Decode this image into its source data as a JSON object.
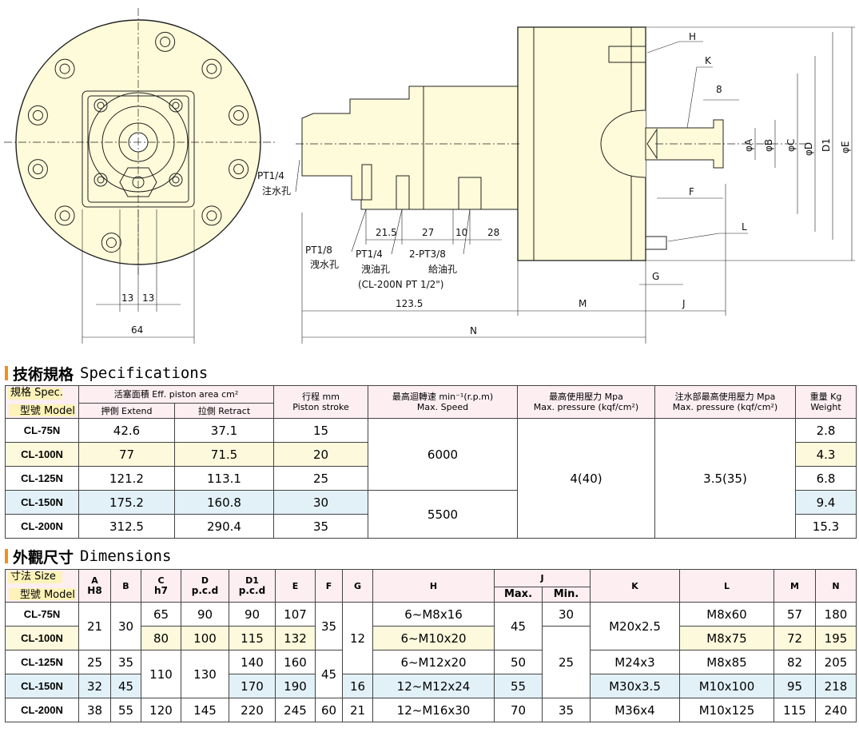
{
  "drawing": {
    "labels": {
      "pt14_left": "PT1/4",
      "water_inlet": "注水孔",
      "pt18": "PT1/8",
      "water_drain": "洩水孔",
      "pt14_mid": "PT1/4",
      "oil_drain": "洩油孔",
      "cl200": "(CL-200N PT 1/2\")",
      "pt38": "2-PT3/8",
      "oil_supply": "給油孔",
      "h": "H",
      "k": "K",
      "eight": "8",
      "phiA": "φA",
      "phiB": "φB",
      "phiC": "φC",
      "phiD": "φD",
      "d1": "D1",
      "phiE": "φE",
      "f": "F",
      "l": "L",
      "g": "G",
      "j": "J",
      "m": "M",
      "n": "N",
      "d215": "21.5",
      "d27": "27",
      "d10": "10",
      "d28": "28",
      "d1235": "123.5",
      "d13a": "13",
      "d13b": "13",
      "d64": "64"
    }
  },
  "spec": {
    "heading_zh": "技術規格",
    "heading_en": "Specifications",
    "corner_top": "規格 Spec.",
    "corner_bottom": "型號 Model",
    "area_header": "活塞面積 Eff. piston area cm²",
    "extend": "押側 Extend",
    "retract": "拉側 Retract",
    "stroke_zh": "行程 mm",
    "stroke_en": "Piston stroke",
    "speed_zh": "最高迴轉速 min⁻¹(r.p.m)",
    "speed_en": "Max. Speed",
    "pressure_zh": "最高使用壓力 Mpa",
    "pressure_en": "Max. pressure (kqf/cm²)",
    "water_zh": "注水部最高使用壓力 Mpa",
    "water_en": "Max. pressure (kqf/cm²)",
    "weight_zh": "重量 Kg",
    "weight_en": "Weight",
    "speed_a": "6000",
    "speed_b": "5500",
    "pressure": "4(40)",
    "water_pressure": "3.5(35)",
    "rows": [
      {
        "model": "CL-75N",
        "extend": "42.6",
        "retract": "37.1",
        "stroke": "15",
        "weight": "2.8"
      },
      {
        "model": "CL-100N",
        "extend": "77",
        "retract": "71.5",
        "stroke": "20",
        "weight": "4.3"
      },
      {
        "model": "CL-125N",
        "extend": "121.2",
        "retract": "113.1",
        "stroke": "25",
        "weight": "6.8"
      },
      {
        "model": "CL-150N",
        "extend": "175.2",
        "retract": "160.8",
        "stroke": "30",
        "weight": "9.4"
      },
      {
        "model": "CL-200N",
        "extend": "312.5",
        "retract": "290.4",
        "stroke": "35",
        "weight": "15.3"
      }
    ]
  },
  "dims": {
    "heading_zh": "外觀尺寸",
    "heading_en": "Dimensions",
    "corner_top": "寸法 Size",
    "corner_bottom": "型號 Model",
    "h": {
      "A": "A",
      "A_sub": "H8",
      "B": "B",
      "C": "C",
      "C_sub": "h7",
      "D": "D",
      "D_sub": "p.c.d",
      "D1": "D1",
      "D1_sub": "p.c.d",
      "E": "E",
      "F": "F",
      "G": "G",
      "H": "H",
      "J": "J",
      "J_max": "Max.",
      "J_min": "Min.",
      "K": "K",
      "L": "L",
      "M": "M",
      "N": "N"
    },
    "models": [
      "CL-75N",
      "CL-100N",
      "CL-125N",
      "CL-150N",
      "CL-200N"
    ],
    "A_75_100": "21",
    "B_75_100": "30",
    "C_75": "65",
    "C_100": "80",
    "C_125_150": "110",
    "C_200": "120",
    "D_75": "90",
    "D_100": "100",
    "D_125_150": "130",
    "D_200": "145",
    "D1_75": "90",
    "D1_100": "115",
    "D1_125": "140",
    "D1_150": "170",
    "D1_200": "220",
    "E_75": "107",
    "E_100": "132",
    "E_125": "160",
    "E_150": "190",
    "E_200": "245",
    "F_75_100": "35",
    "F_125_150": "45",
    "F_200": "60",
    "G_75_125": "12",
    "G_150": "16",
    "G_200": "21",
    "H_75": "6~M8x16",
    "H_100": "6~M10x20",
    "H_125": "6~M12x20",
    "H_150": "12~M12x24",
    "H_200": "12~M16x30",
    "Jmax_75_100": "45",
    "Jmax_125": "50",
    "Jmax_150": "55",
    "Jmax_200": "70",
    "Jmin_75": "30",
    "Jmin_100_150": "25",
    "Jmin_200": "35",
    "K_75_100": "M20x2.5",
    "K_125": "M24x3",
    "K_150": "M30x3.5",
    "K_200": "M36x4",
    "L_75": "M8x60",
    "L_100": "M8x75",
    "L_125": "M8x85",
    "L_150": "M10x100",
    "L_200": "M10x125",
    "M_75": "57",
    "M_100": "72",
    "M_125": "82",
    "M_150": "95",
    "M_200": "115",
    "N_75": "180",
    "N_100": "195",
    "N_125": "205",
    "N_150": "218",
    "N_200": "240",
    "A_125": "25",
    "A_150": "32",
    "A_200": "38",
    "B_125": "35",
    "B_150": "45",
    "B_200": "55"
  }
}
